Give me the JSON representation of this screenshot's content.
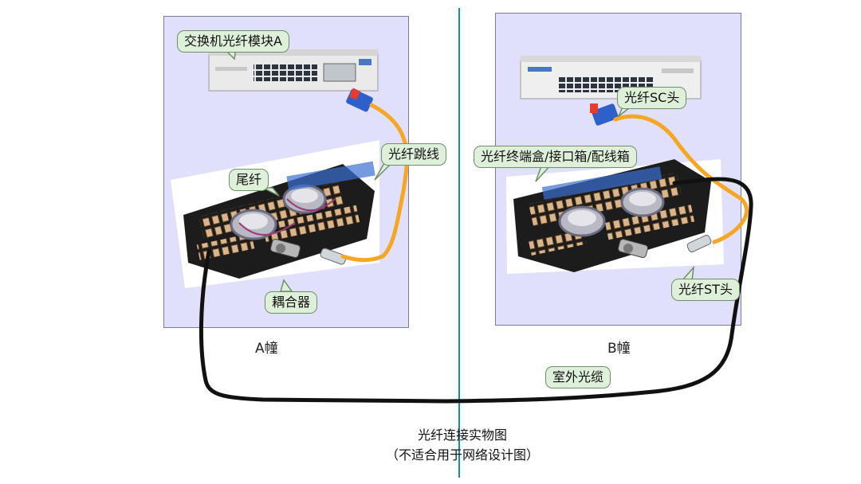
{
  "labels": {
    "switch_module_a": "交换机光纤模块A",
    "patch_cord": "光纤跳线",
    "pigtail": "尾纤",
    "coupler": "耦合器",
    "sc_connector": "光纤SC头",
    "terminal_box": "光纤终端盒/接口箱/配线箱",
    "st_connector": "光纤ST头",
    "outdoor_cable": "室外光缆"
  },
  "buildings": {
    "a": "A幢",
    "b": "B幢"
  },
  "caption": {
    "line1": "光纤连接实物图",
    "line2": "（不适合用于网络设计图）"
  },
  "colors": {
    "panel": "#e1e0fb",
    "divider": "#1a8f8f",
    "patch_cord": "#f5a623",
    "outdoor_cable": "#111111",
    "callout_fill": "#dff0da"
  }
}
